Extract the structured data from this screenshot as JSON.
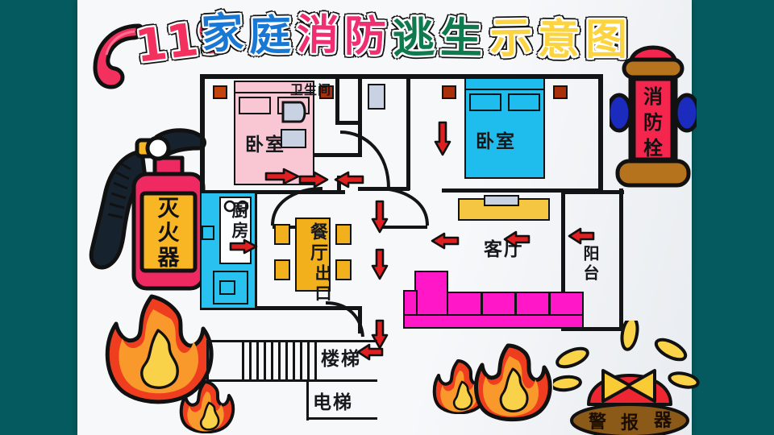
{
  "canvas": {
    "background_color": "#045a5e",
    "paper_color": "#f7f8fa"
  },
  "title": {
    "hotline_number": "119",
    "phone_icon": "phone-handset-icon",
    "phone_color": "#f2315f",
    "number_color": "#f2315f",
    "chars": [
      {
        "text": "家",
        "color": "#1878d4"
      },
      {
        "text": "庭",
        "color": "#1878d4"
      },
      {
        "text": "消",
        "color": "#ef2f72"
      },
      {
        "text": "防",
        "color": "#ef2f72"
      },
      {
        "text": "逃",
        "color": "#0f7a4e"
      },
      {
        "text": "生",
        "color": "#0f7a4e"
      },
      {
        "text": "示",
        "color": "#fcd442"
      },
      {
        "text": "意",
        "color": "#fcd442"
      },
      {
        "text": "图",
        "color": "#fcd442"
      }
    ],
    "full_text": "119家庭消防逃生示意图"
  },
  "equipment": {
    "extinguisher": {
      "label": "灭火器",
      "body_color": "#ef2a62",
      "plate_color": "#f8b624",
      "hose_color": "#16232e",
      "icon": "fire-extinguisher-icon"
    },
    "hydrant": {
      "label": "消防栓",
      "body_color": "#f5264e",
      "band_color": "#b5731d",
      "cap_color": "#1b2bbd",
      "icon": "fire-hydrant-icon"
    },
    "alarm": {
      "label": "警报器",
      "dome_color": "#ee2631",
      "lens_color": "#f9cc35",
      "base_color": "#8b5a19",
      "ray_color": "#fbd348",
      "icon": "alarm-beacon-icon"
    }
  },
  "flames": [
    {
      "name": "flame-large-left",
      "size": "large"
    },
    {
      "name": "flame-small-left",
      "size": "small"
    },
    {
      "name": "flame-medium-bottom",
      "size": "medium"
    },
    {
      "name": "flame-large-bottom",
      "size": "large"
    }
  ],
  "floorplan": {
    "rooms": [
      {
        "key": "bedroom_left",
        "label": "卧室",
        "fill": "#f9c6d4",
        "furniture": "bed"
      },
      {
        "key": "bathroom",
        "label": "卫生间",
        "fill": "#c9d2e2",
        "furniture": "toilet-sink"
      },
      {
        "key": "bedroom_right",
        "label": "卧室",
        "fill": "#1fbdee",
        "furniture": "bed"
      },
      {
        "key": "kitchen",
        "label": "厨房",
        "fill": "#29c1f0",
        "furniture": "stove-sink"
      },
      {
        "key": "dining",
        "label": "餐厅",
        "fill": "#f2b01d",
        "furniture": "table-chairs"
      },
      {
        "key": "living",
        "label": "客厅",
        "fill": "#ff17c8",
        "furniture": "sofa-tv-cabinet"
      },
      {
        "key": "balcony",
        "label": "阳台",
        "fill": "#ffffff",
        "furniture": "none"
      }
    ],
    "exit_label": "出口",
    "stairs_label": "楼梯",
    "elevator_label": "电梯",
    "arrow_color": "#e02020",
    "arrows": [
      {
        "name": "arrow-bedroom-left-out",
        "dir": "right"
      },
      {
        "name": "arrow-kitchen-out",
        "dir": "right"
      },
      {
        "name": "arrow-hall-right",
        "dir": "right"
      },
      {
        "name": "arrow-hall-left",
        "dir": "left"
      },
      {
        "name": "arrow-bedroom-right-out",
        "dir": "down"
      },
      {
        "name": "arrow-hall-down-1",
        "dir": "down"
      },
      {
        "name": "arrow-hall-down-2",
        "dir": "down"
      },
      {
        "name": "arrow-exit-down",
        "dir": "down"
      },
      {
        "name": "arrow-living-left-1",
        "dir": "left"
      },
      {
        "name": "arrow-living-left-2",
        "dir": "left"
      },
      {
        "name": "arrow-balcony-left",
        "dir": "left"
      },
      {
        "name": "arrow-to-stairs",
        "dir": "left"
      }
    ]
  }
}
